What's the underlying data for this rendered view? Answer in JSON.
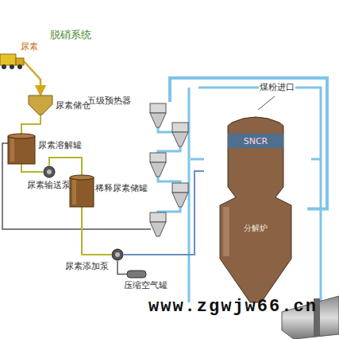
{
  "diagram": {
    "title": "脱硝系统",
    "nodes": [
      {
        "text": [
          "尿素"
        ]
      },
      {
        "text": [
          "尿素储仓"
        ]
      },
      {
        "text": [
          "尿素溶解罐"
        ]
      },
      {
        "text": [
          "尿素输送泵"
        ]
      },
      {
        "text": [
          "稀释尿素储罐"
        ]
      },
      {
        "text": [
          "尿素添加泵"
        ]
      },
      {
        "text": [
          "压缩空气罐"
        ]
      },
      {
        "text": [
          "五级预热器"
        ]
      },
      {
        "text": [
          "SNCR",
          "分解炉"
        ]
      }
    ],
    "edges": [
      {
        "from": 0,
        "to": 1,
        "arrow": "to"
      },
      {
        "from": 1,
        "to": 2,
        "arrow": "none"
      },
      {
        "from": 2,
        "to": 3,
        "arrow": "none"
      },
      {
        "from": 3,
        "to": 4,
        "arrow": "none"
      },
      {
        "from": 4,
        "to": 5,
        "arrow": "none"
      },
      {
        "from": 5,
        "to": 8,
        "arrow": "none"
      },
      {
        "from": 6,
        "to": 5,
        "arrow": "none"
      },
      {
        "from": 7,
        "to": 8,
        "arrow": "none"
      }
    ],
    "labels": [
      "煤粉进口",
      "www.zgwjw66.cn"
    ]
  }
}
